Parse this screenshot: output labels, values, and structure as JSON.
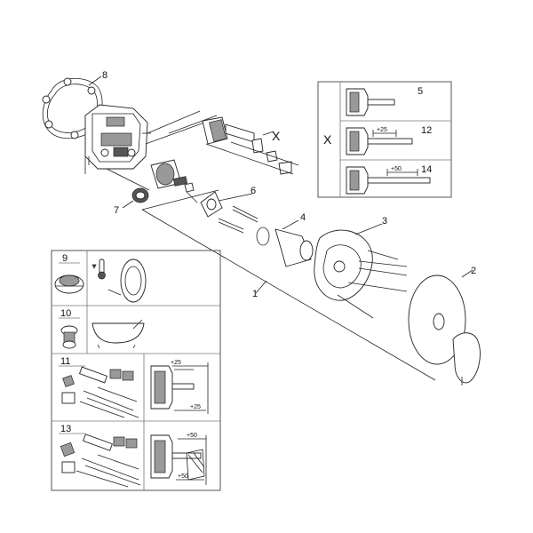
{
  "callouts": {
    "p1": "1",
    "p2": "2",
    "p3": "3",
    "p4": "4",
    "p5": "5",
    "p6": "6",
    "p7": "7",
    "p8": "8",
    "p9": "9",
    "p10": "10",
    "p11": "11",
    "p12": "12",
    "p13": "13",
    "p14": "14",
    "x_main": "X",
    "x_box": "X"
  },
  "dimensions": {
    "ext25_box": "+25",
    "ext50_box": "+50",
    "ext25_top": "+25",
    "ext25_bottom": "+25",
    "ext50_top": "+50",
    "ext50_bottom": "+50"
  }
}
